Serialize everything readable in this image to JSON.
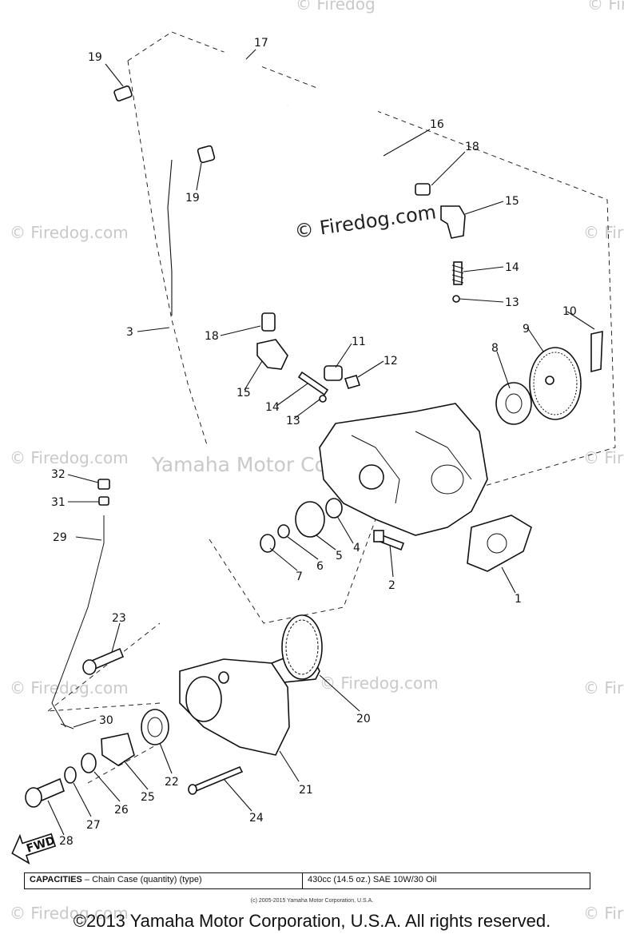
{
  "watermarks": {
    "center": "© Firedog.com",
    "edge": "© Firedog.com",
    "edge_right": "© Fire",
    "edge_right_short": "© Fir",
    "top_partial": "© Firedog",
    "middle_brand": "Yamaha Motor Corp., U.S.A."
  },
  "callouts": [
    "1",
    "2",
    "3",
    "4",
    "5",
    "6",
    "7",
    "8",
    "9",
    "10",
    "11",
    "12",
    "13",
    "14",
    "15",
    "16",
    "17",
    "18",
    "19",
    "20",
    "21",
    "22",
    "23",
    "24",
    "25",
    "26",
    "27",
    "28",
    "29",
    "30",
    "31",
    "32"
  ],
  "fwd_label": "FWD",
  "capacities": {
    "heading": "CAPACITIES",
    "dash": "–",
    "item": "Chain Case (quantity) (type)",
    "value": "430cc (14.5 oz.) SAE 10W/30 Oil"
  },
  "copyright_small": "(c) 2005-2015 Yamaha Motor Corporation, U.S.A.",
  "copyright_main": "©2013 Yamaha Motor Corporation, U.S.A. All rights reserved."
}
